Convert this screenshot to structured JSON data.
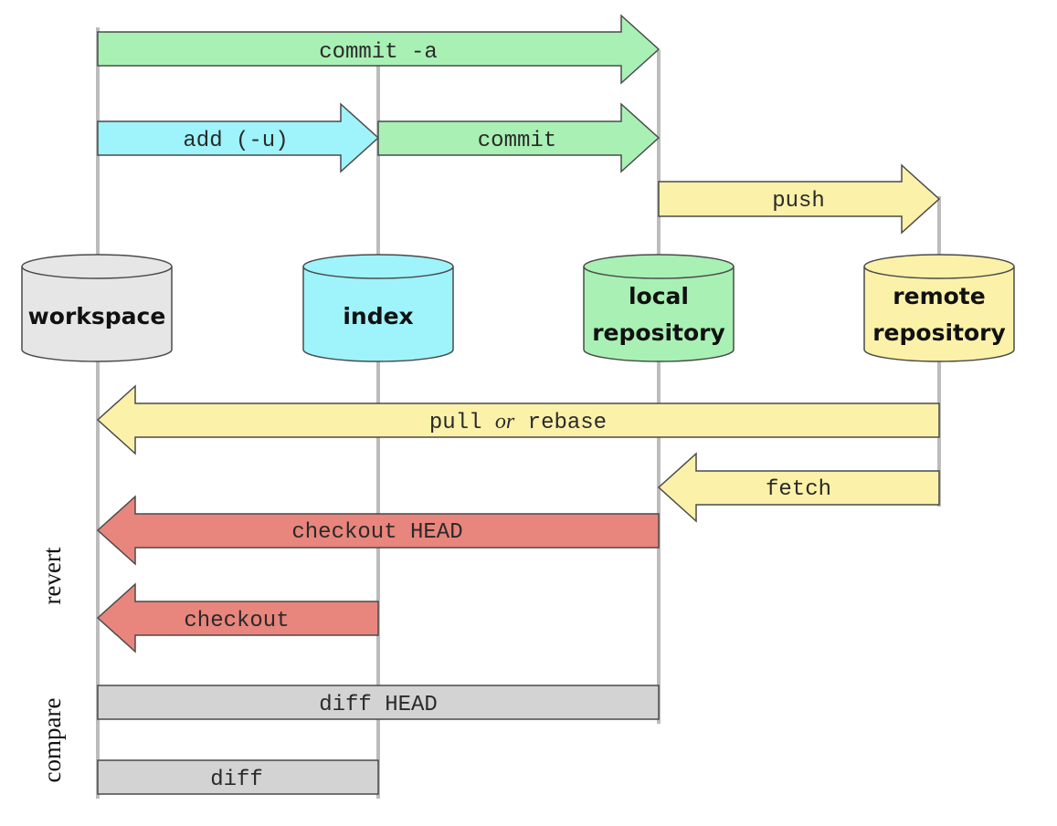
{
  "colors": {
    "green": "#a9f0b4",
    "cyan": "#9ff3fb",
    "yellow": "#fbf1a9",
    "red": "#e8857d",
    "gray": "#d3d3d3",
    "workspace": "#e6e6e6",
    "stroke": "#4a4a4a",
    "lane": "#bcbcbc"
  },
  "stores": {
    "workspace": [
      "workspace"
    ],
    "index": [
      "index"
    ],
    "local": [
      "local",
      "repository"
    ],
    "remote": [
      "remote",
      "repository"
    ]
  },
  "commands": {
    "commit_a": "commit -a",
    "add": "add (-u)",
    "commit": "commit",
    "push": "push",
    "pull_cmd": "pull",
    "pull_or": "or",
    "pull_rebase": "rebase",
    "fetch": "fetch",
    "checkout_head": "checkout HEAD",
    "checkout": "checkout",
    "diff_head": "diff HEAD",
    "diff": "diff"
  },
  "side_labels": {
    "revert": "revert",
    "compare": "compare"
  }
}
